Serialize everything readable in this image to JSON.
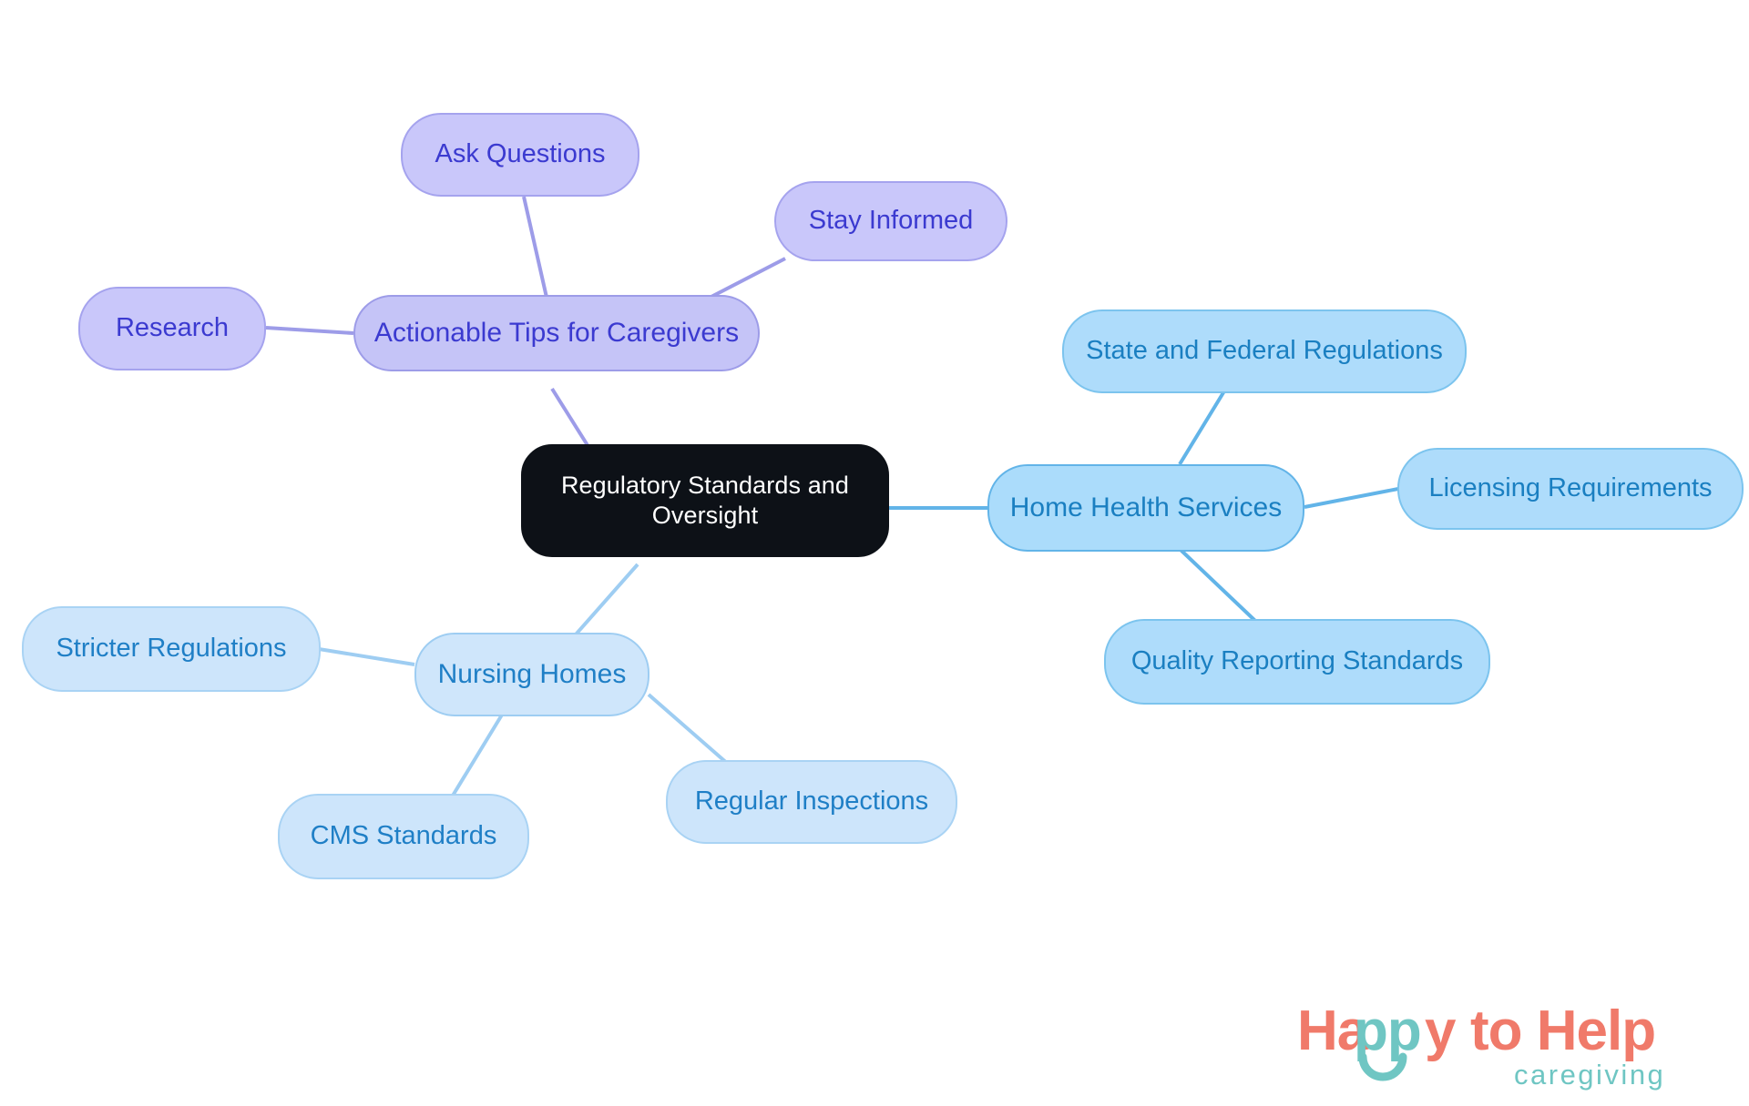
{
  "diagram": {
    "type": "mindmap",
    "title": "Regulatory Standards and Oversight",
    "root": {
      "id": "root",
      "label": "Regulatory Standards and\nOversight",
      "fill": "#0d1117",
      "text_color": "#ffffff"
    },
    "branches": [
      {
        "id": "actionable-tips",
        "label": "Actionable Tips for Caregivers",
        "fill": "#c5c4f7",
        "border": "#9d9ce8",
        "text_color": "#3b3ad0",
        "children": [
          {
            "id": "ask-questions",
            "label": "Ask Questions"
          },
          {
            "id": "stay-informed",
            "label": "Stay Informed"
          },
          {
            "id": "research",
            "label": "Research"
          }
        ]
      },
      {
        "id": "home-health-services",
        "label": "Home Health Services",
        "fill": "#abdcfb",
        "border": "#62b4e8",
        "text_color": "#1a7fc1",
        "children": [
          {
            "id": "state-federal-regulations",
            "label": "State and Federal Regulations"
          },
          {
            "id": "licensing-requirements",
            "label": "Licensing Requirements"
          },
          {
            "id": "quality-reporting-standards",
            "label": "Quality Reporting Standards"
          }
        ]
      },
      {
        "id": "nursing-homes",
        "label": "Nursing Homes",
        "fill": "#cfe6fb",
        "border": "#9ecdf2",
        "text_color": "#1f7fc6",
        "children": [
          {
            "id": "stricter-regulations",
            "label": "Stricter Regulations"
          },
          {
            "id": "cms-standards",
            "label": "CMS Standards"
          },
          {
            "id": "regular-inspections",
            "label": "Regular Inspections"
          }
        ]
      }
    ],
    "edge_colors": {
      "purple": "#9d9ce8",
      "blue": "#62b4e8",
      "lightblue": "#9ecdf2"
    }
  },
  "logo": {
    "line1_part1": "Happy",
    "line1_part2": "to Help",
    "smile_letters": "pp",
    "tagline": "caregiving",
    "coral": "#f07a6a",
    "teal": "#6fc6c3"
  }
}
